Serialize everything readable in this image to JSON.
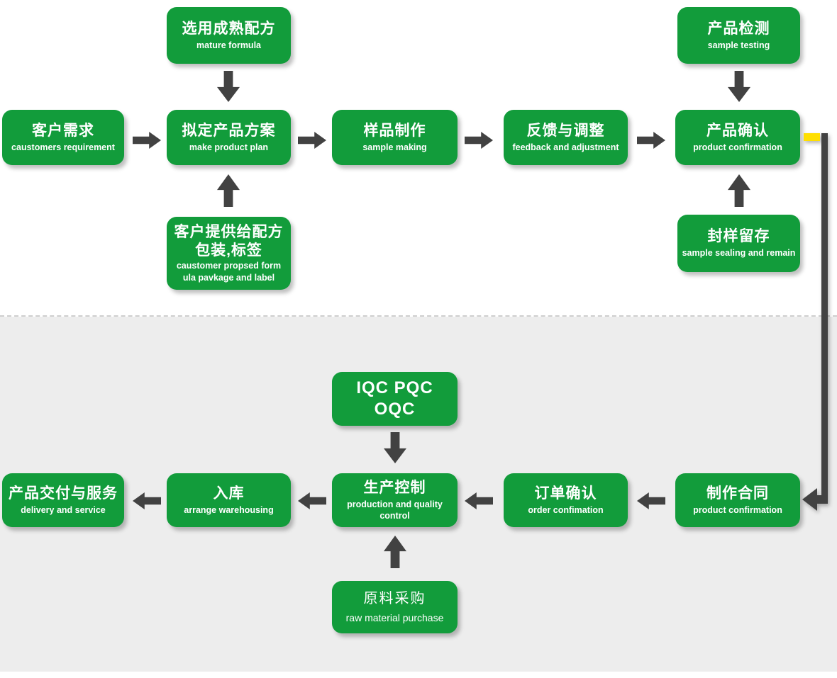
{
  "colors": {
    "box_green": "#129c3b",
    "arrow_gray": "#424242",
    "section2_bg": "#ededed",
    "connector_yellow": "#ffdf00",
    "dash_gray": "#cfcfcf"
  },
  "nodes": {
    "mature_formula": {
      "title": "选用成熟配方",
      "subtitle": "mature formula"
    },
    "sample_testing": {
      "title": "产品检测",
      "subtitle": "sample testing"
    },
    "customer_requirement": {
      "title": "客户需求",
      "subtitle": "caustomers requirement"
    },
    "make_product_plan": {
      "title": "拟定产品方案",
      "subtitle": "make product plan"
    },
    "sample_making": {
      "title": "样品制作",
      "subtitle": "sample making"
    },
    "feedback_adjustment": {
      "title": "反馈与调整",
      "subtitle": "feedback and adjustment"
    },
    "product_confirmation": {
      "title": "产品确认",
      "subtitle": "product confirmation"
    },
    "customer_formula": {
      "title_line1": "客户提供给配方",
      "title_line2": "包装,标签",
      "subtitle_line1": "caustomer propsed form",
      "subtitle_line2": "ula pavkage and label"
    },
    "sample_sealing": {
      "title": "封样留存",
      "subtitle": "sample sealing and remain"
    },
    "iqc": {
      "title": "IQC PQC OQC"
    },
    "delivery_service": {
      "title": "产品交付与服务",
      "subtitle": "delivery and service"
    },
    "warehousing": {
      "title": "入库",
      "subtitle": "arrange warehousing"
    },
    "production_control": {
      "title": "生产控制",
      "subtitle": "production and quality control"
    },
    "order_confirmation": {
      "title": "订单确认",
      "subtitle": "order confimation"
    },
    "contract": {
      "title": "制作合同",
      "subtitle": "product confirmation"
    },
    "raw_material": {
      "title": "原料采购",
      "subtitle": "raw material purchase"
    }
  }
}
